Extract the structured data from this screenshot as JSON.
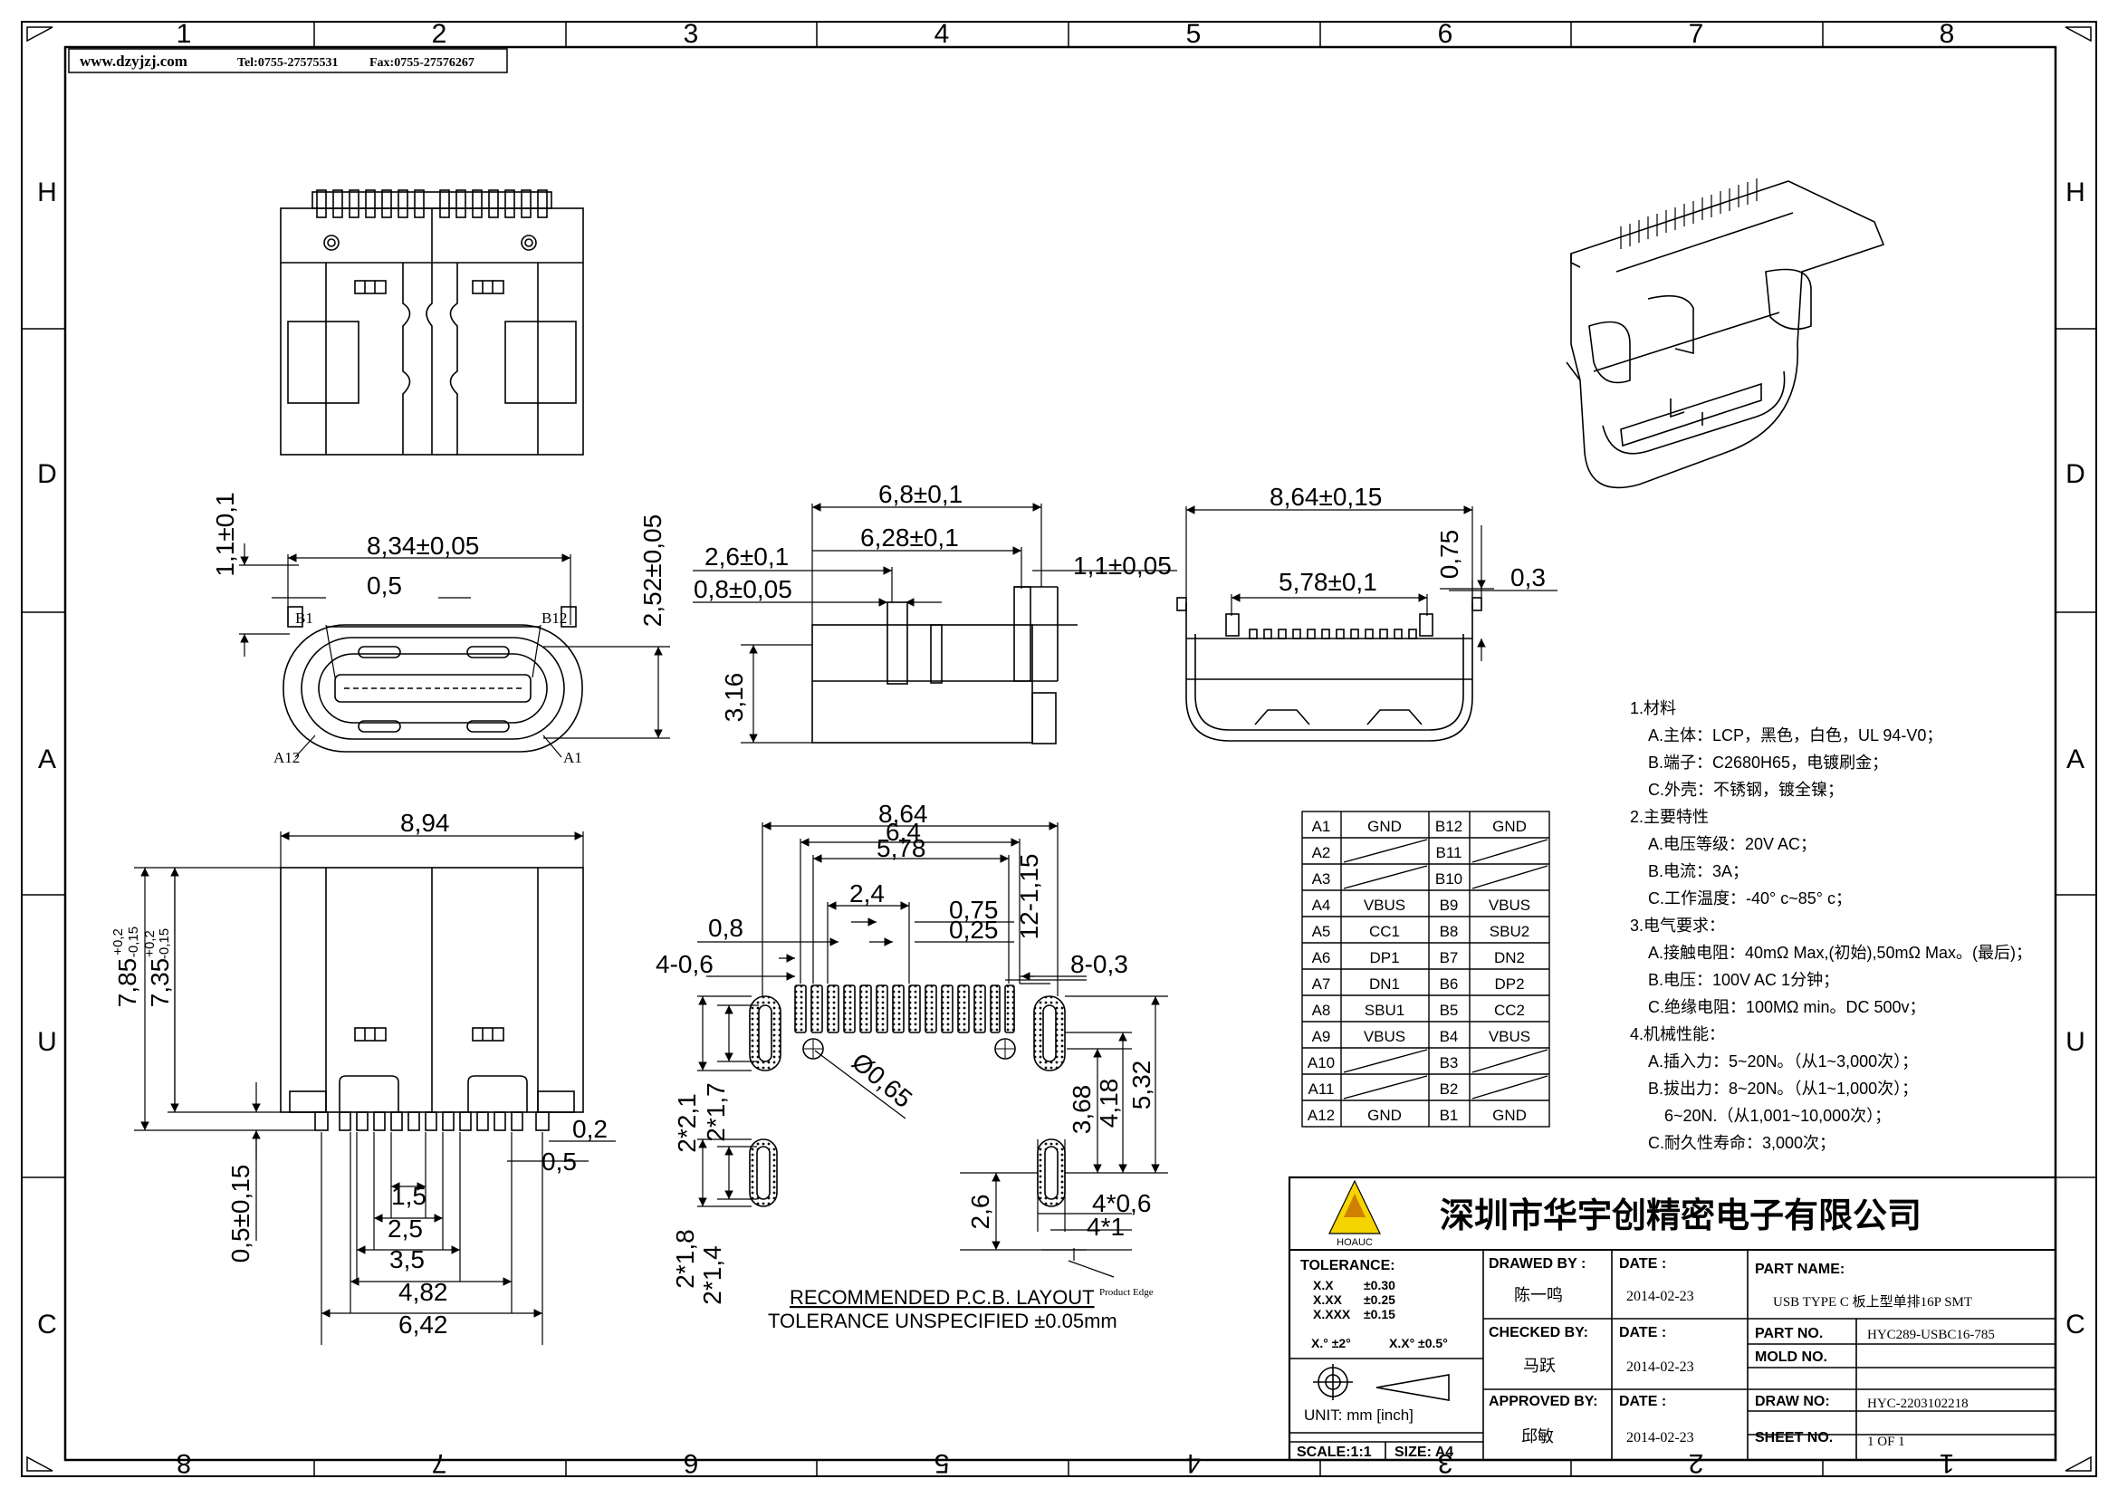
{
  "header": {
    "website": "www.dzyjzj.com",
    "tel": "Tel:0755-27575531",
    "fax": "Fax:0755-27576267"
  },
  "border": {
    "top_cols": [
      "1",
      "2",
      "3",
      "4",
      "5",
      "6",
      "7",
      "8"
    ],
    "bottom_cols": [
      "8",
      "7",
      "6",
      "5",
      "4",
      "3",
      "2",
      "1"
    ],
    "rows": [
      "H",
      "D",
      "A",
      "U",
      "C"
    ]
  },
  "dimensions": {
    "front": {
      "width": "8,34±0,05",
      "pin": "0,5",
      "height": "2,52±0,05",
      "top": "1,1±0,1",
      "b1": "B1",
      "b12": "B12",
      "a12": "A12",
      "a1": "A1"
    },
    "side": {
      "overall": "6,8±0,1",
      "inner": "6,28±0,1",
      "a": "2,6±0,1",
      "b": "0,8±0,05",
      "c": "1,1±0,05",
      "h": "3,16"
    },
    "rear": {
      "width": "8,64±0,15",
      "pitch": "5,78±0,1",
      "h": "0,75",
      "t": "0,3"
    },
    "bottom": {
      "width": "8,94",
      "l1": "7,85",
      "l1_tol_p": "+0,2",
      "l1_tol_m": "-0,15",
      "l2": "7,35",
      "l2_tol_p": "+0,2",
      "l2_tol_m": "-0,15",
      "t1": "0,2",
      "t2": "0,5",
      "t3": "0,5±0,15",
      "p1": "1,5",
      "p2": "2,5",
      "p3": "3,5",
      "p4": "4,82",
      "p5": "6,42"
    },
    "pcb": {
      "w1": "8,64",
      "w2": "6,4",
      "w3": "5,78",
      "s1": "2,4",
      "s2": "0,75",
      "s3": "0,25",
      "s4": "0,8",
      "holes_l": "4-0,6",
      "holes_r": "8-0,3",
      "pad": "12-1,15",
      "dia": "Ø0,65",
      "v1": "2*2,1",
      "v2": "2*1,7",
      "v3": "3,68",
      "v4": "4,18",
      "v5": "5,32",
      "v6": "2*1,8",
      "v7": "2*1,4",
      "v8": "2,6",
      "v9": "4*0,6",
      "v10": "4*1",
      "title": "RECOMMENDED   P.C.B. LAYOUT",
      "tol": "TOLERANCE UNSPECIFIED ±0.05mm",
      "edge": "Product Edge"
    }
  },
  "pin_table": [
    [
      "A1",
      "GND",
      "B12",
      "GND"
    ],
    [
      "A2",
      "",
      "B11",
      ""
    ],
    [
      "A3",
      "",
      "B10",
      ""
    ],
    [
      "A4",
      "VBUS",
      "B9",
      "VBUS"
    ],
    [
      "A5",
      "CC1",
      "B8",
      "SBU2"
    ],
    [
      "A6",
      "DP1",
      "B7",
      "DN2"
    ],
    [
      "A7",
      "DN1",
      "B6",
      "DP2"
    ],
    [
      "A8",
      "SBU1",
      "B5",
      "CC2"
    ],
    [
      "A9",
      "VBUS",
      "B4",
      "VBUS"
    ],
    [
      "A10",
      "",
      "B3",
      ""
    ],
    [
      "A11",
      "",
      "B2",
      ""
    ],
    [
      "A12",
      "GND",
      "B1",
      "GND"
    ]
  ],
  "notes": [
    "1.材料",
    "A.主体：LCP，黑色，白色，UL 94-V0；",
    "B.端子：C2680H65，电镀刷金；",
    "C.外壳：不锈钢，镀全镍；",
    "2.主要特性",
    "A.电压等级：20V AC；",
    "B.电流：3A；",
    "C.工作温度：-40° c~85° c；",
    "3.电气要求：",
    "A.接触电阻：40mΩ Max,(初始),50mΩ Max。(最后)；",
    "B.电压：100V AC 1分钟；",
    "C.绝缘电阻：100MΩ min。DC 500v；",
    "4.机械性能：",
    "A.插入力：5~20N。（从1~3,000次）；",
    "B.拔出力：8~20N。（从1~1,000次）；",
    "6~20N.（从1,001~10,000次）；",
    "C.耐久性寿命：3,000次；"
  ],
  "title_block": {
    "company": "深圳市华宇创精密电子有限公司",
    "logo_text": "HOAUC",
    "tolerance_label": "TOLERANCE:",
    "tol_x": "X.X",
    "tol_x_v": "±0.30",
    "tol_xx": "X.XX",
    "tol_xx_v": "±0.25",
    "tol_xxx": "X.XXX",
    "tol_xxx_v": "±0.15",
    "tol_ang1": "X.° ±2°",
    "tol_ang2": "X.X° ±0.5°",
    "unit": "UNIT:  mm  [inch]",
    "scale": "SCALE:1:1",
    "size": "SIZE: A4",
    "drawn_by_label": "DRAWED BY :",
    "drawn_by": "陈一鸣",
    "checked_by_label": "CHECKED BY:",
    "checked_by": "马跃",
    "approved_by_label": "APPROVED BY:",
    "approved_by": "邱敏",
    "date_label": "DATE :",
    "date1": "2014-02-23",
    "date2": "2014-02-23",
    "date3": "2014-02-23",
    "part_name_label": "PART NAME:",
    "part_name": "USB TYPE C 板上型单排16P SMT",
    "part_no_label": "PART NO.",
    "part_no": "HYC289-USBC16-785",
    "mold_no_label": "MOLD NO.",
    "mold_no": "",
    "draw_no_label": "DRAW NO:",
    "draw_no": "HYC-2203102218",
    "sheet_label": "SHEET NO.",
    "sheet": "1 OF 1"
  }
}
